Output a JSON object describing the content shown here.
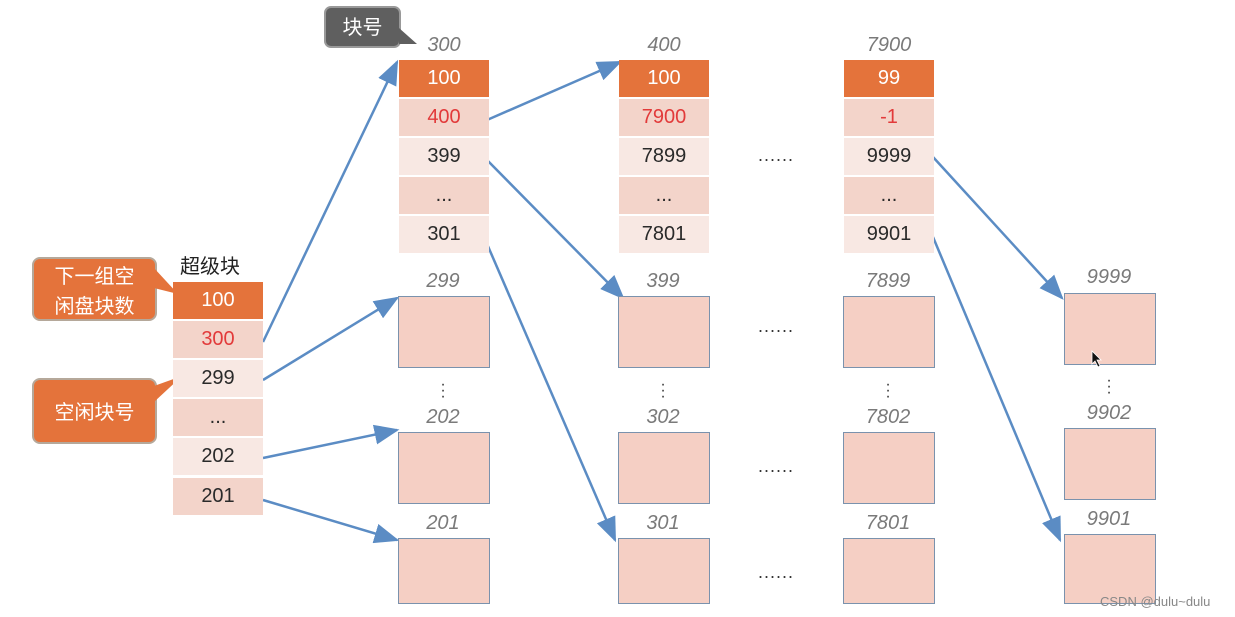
{
  "block_number_tag": "块号",
  "superblock": {
    "title": "超级块",
    "cells": [
      "100",
      "300",
      "299",
      "...",
      "202",
      "201"
    ]
  },
  "callouts": {
    "next_group_count": "下一组空闲盘块数",
    "free_block_numbers": "空闲块号"
  },
  "group_300": {
    "label": "300",
    "cells": [
      "100",
      "400",
      "399",
      "...",
      "301"
    ]
  },
  "group_400": {
    "label": "400",
    "cells": [
      "100",
      "7900",
      "7899",
      "...",
      "7801"
    ]
  },
  "group_7900": {
    "label": "7900",
    "cells": [
      "99",
      "-1",
      "9999",
      "...",
      "9901"
    ]
  },
  "col1_labels": [
    "299",
    "202",
    "201"
  ],
  "col2_labels": [
    "399",
    "302",
    "301"
  ],
  "col3_labels": [
    "7899",
    "7802",
    "7801"
  ],
  "col4_labels": [
    "9999",
    "9902",
    "9901"
  ],
  "ellipsis_h": "......",
  "ellipsis_v": "⋮",
  "watermark": "CSDN @dulu~dulu",
  "colors": {
    "head": "#e4733b",
    "pink": "#f3d4ca",
    "light": "#f8e8e3",
    "red": "#e23a3a",
    "arrow": "#5b8cc4"
  }
}
